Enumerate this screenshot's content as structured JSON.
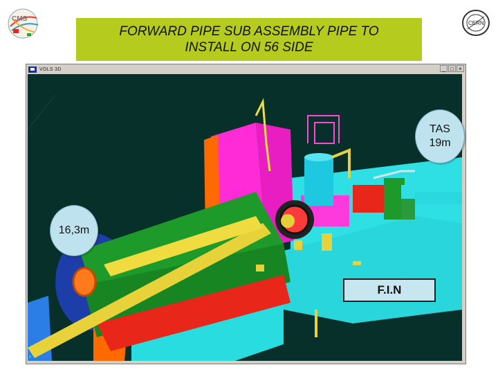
{
  "slide": {
    "title_line1": "FORWARD PIPE SUB ASSEMBLY PIPE TO",
    "title_line2": "INSTALL ON 56 SIDE",
    "title_bg": "#b5cc1f"
  },
  "window": {
    "title": "VOLS 3D",
    "controls": [
      "_",
      "□",
      "×"
    ]
  },
  "callouts": {
    "tas_line1": "TAS",
    "tas_line2": "19m",
    "distance": "16,3m",
    "fin": "F.I.N"
  },
  "logos": {
    "left": "cms-logo",
    "right": "cern-logo"
  },
  "colors": {
    "viewport_bg": "#07302b",
    "cyan": "#2ee0e4",
    "magenta": "#ff2bd6",
    "green": "#1e9a2a",
    "orange": "#ff6a00",
    "yellow": "#e8d23a",
    "red": "#e8261a"
  }
}
